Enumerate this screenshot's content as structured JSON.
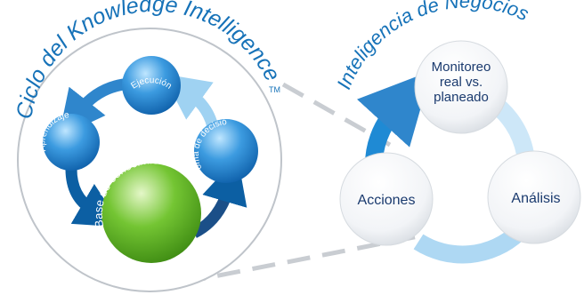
{
  "left_cycle": {
    "title": "Ciclo del Knowledge Intelligence",
    "trademark": "TM",
    "nodes": {
      "ejecucion": "Ejecución",
      "aprendizaje": "Aprendizaje",
      "toma_decision": "Toma de decisión",
      "base_conocimiento": "Base de conocimiento"
    }
  },
  "right_cycle": {
    "title": "Inteligencia de Negocios",
    "nodes": {
      "monitoreo": [
        "Monitoreo",
        "real vs.",
        "planeado"
      ],
      "acciones": "Acciones",
      "analisis": "Análisis"
    }
  },
  "colors": {
    "title_blue": "#1672b8",
    "sphere_blue": "#2e8fd6",
    "sphere_green": "#6dbe2b",
    "arrow_dark": "#0c5fa3",
    "arrow_light": "#9fd2f2",
    "dash_gray": "#c9cdd2"
  }
}
